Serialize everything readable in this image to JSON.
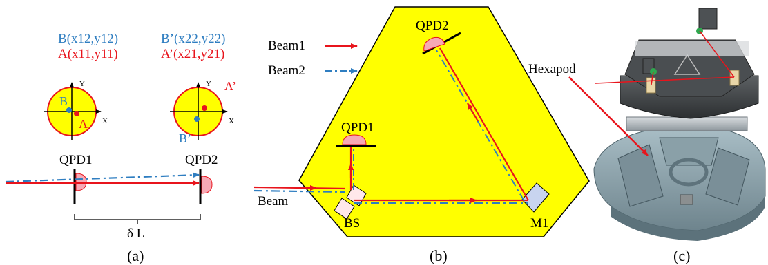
{
  "panel_a": {
    "label_b": "B(x12,y12)",
    "label_a": "A(x11,y11)",
    "label_b2": "B’(x22,y22)",
    "label_a2": "A’(x21,y21)",
    "axis_y": "Y",
    "axis_x": "X",
    "pt_b": "B",
    "pt_a": "A",
    "pt_a2": "A’",
    "pt_b2": "B’",
    "qpd1": "QPD1",
    "qpd2": "QPD2",
    "delta_l": "δ L",
    "caption": "(a)"
  },
  "panel_b": {
    "legend_beam1": "Beam1",
    "legend_beam2": "Beam2",
    "qpd1": "QPD1",
    "qpd2": "QPD2",
    "beam": "Beam",
    "bs": "BS",
    "m1": "M1",
    "caption": "(b)"
  },
  "panel_c": {
    "hexapod": "Hexapod",
    "caption": "(c)"
  },
  "colors": {
    "red": "#e8141c",
    "blue": "#2f7ec1",
    "yellow": "#ffff00",
    "pink": "#f6a9b5",
    "black": "#000000"
  }
}
